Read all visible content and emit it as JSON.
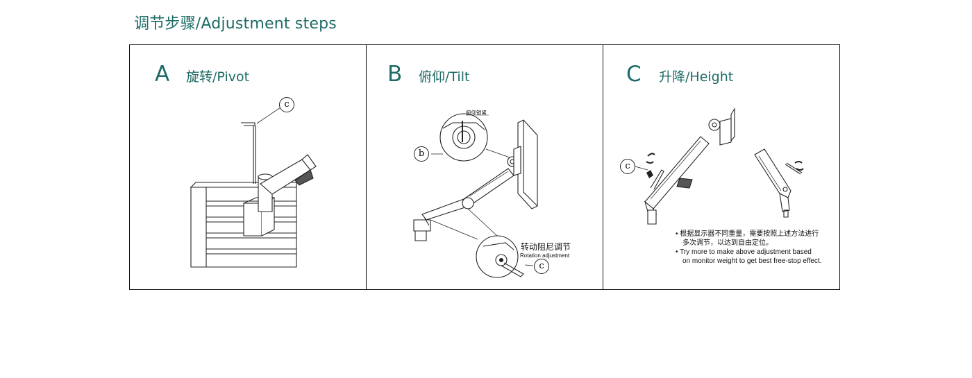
{
  "header": {
    "title": "调节步骤/Adjustment steps"
  },
  "panels": [
    {
      "letter": "A",
      "title": "旋转/Pivot",
      "callout": "c"
    },
    {
      "letter": "B",
      "title": "俯仰/Tilt",
      "callout_b": "b",
      "callout_c": "c",
      "detail_label": "俯仰锁紧",
      "rotation_cn": "转动阻尼调节",
      "rotation_en": "Rotation adjustment"
    },
    {
      "letter": "C",
      "title": "升降/Height",
      "callout": "c",
      "notes": [
        "• 根据显示器不同重量，需要按照上述方法进行",
        "多次调节，以达到自由定位。",
        "• Try more to make above adjustment based",
        "on monitor weight to get best free-stop effect."
      ]
    }
  ]
}
